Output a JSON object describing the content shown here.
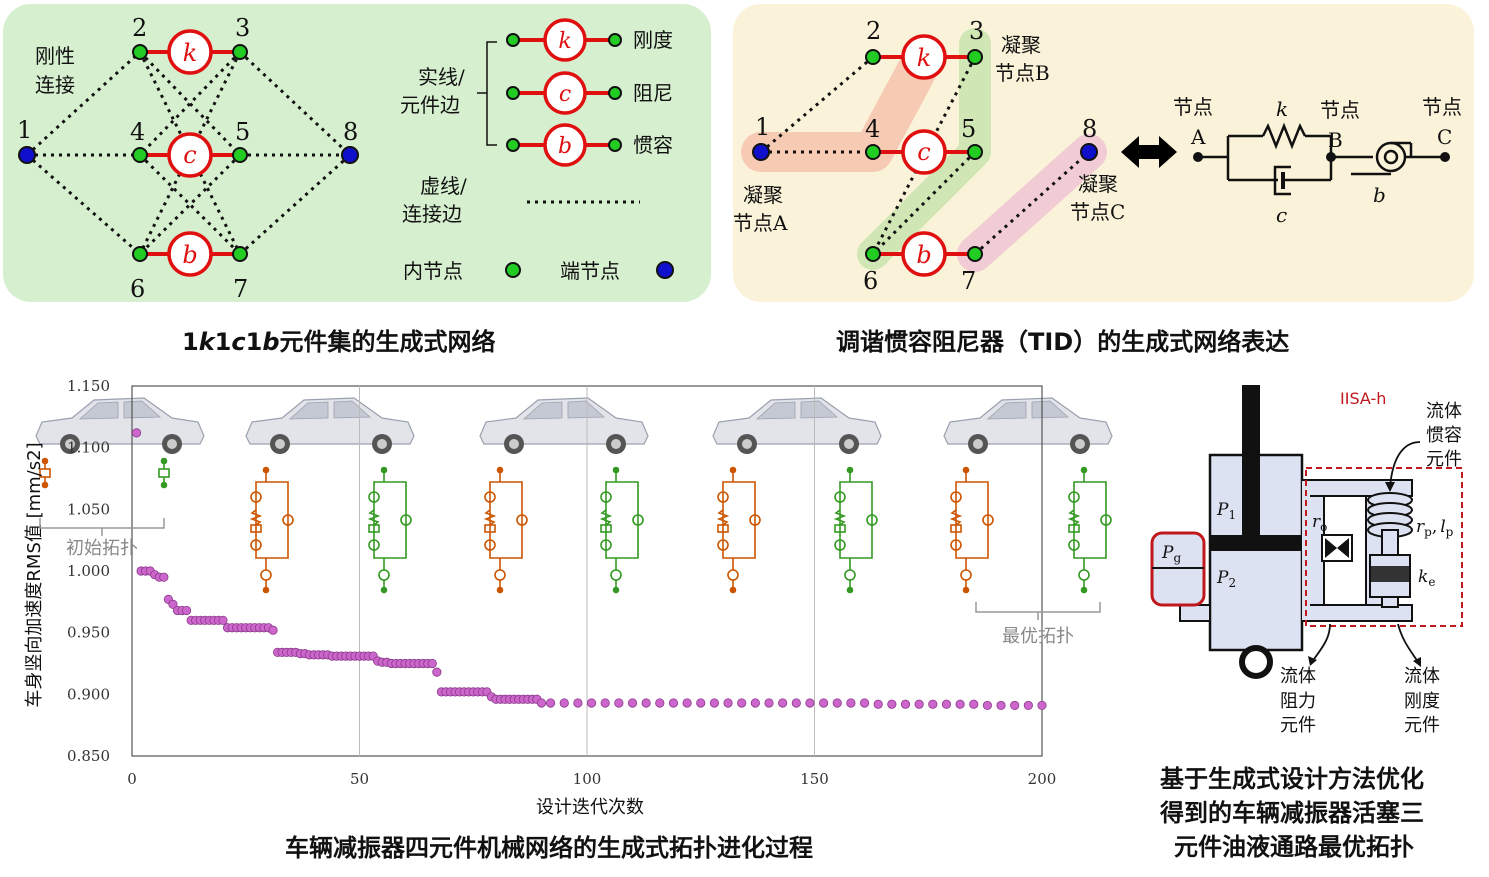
{
  "network_panel": {
    "rigid_label_1": "刚性",
    "rigid_label_2": "连接",
    "node_labels": [
      "1",
      "2",
      "3",
      "4",
      "5",
      "6",
      "7",
      "8"
    ],
    "element_k": "k",
    "element_c": "c",
    "element_b": "b",
    "legend_solid_1": "实线/",
    "legend_solid_2": "元件边",
    "legend_k_label": "刚度",
    "legend_c_label": "阻尼",
    "legend_b_label": "惯容",
    "legend_dash_1": "虚线/",
    "legend_dash_2": "连接边",
    "legend_inner_node": "内节点",
    "legend_terminal_node": "端节点",
    "caption_prefix": "1",
    "caption_k": "k",
    "caption_1a": "1",
    "caption_c": "c",
    "caption_1b": "1",
    "caption_b": "b",
    "caption_suffix": "元件集的生成式网络"
  },
  "tid_panel": {
    "node_labels": [
      "1",
      "2",
      "3",
      "4",
      "5",
      "6",
      "7",
      "8"
    ],
    "cluster_a_1": "凝聚",
    "cluster_a_2": "节点A",
    "cluster_b_1": "凝聚",
    "cluster_b_2": "节点B",
    "cluster_c_1": "凝聚",
    "cluster_c_2": "节点C",
    "node_word": "节点",
    "node_a": "A",
    "node_b": "B",
    "node_c": "C",
    "sym_k": "k",
    "sym_c": "c",
    "sym_b": "b",
    "caption": "调谐惯容阻尼器（TID）的生成式网络表达"
  },
  "evolution_panel": {
    "initial_label": "初始拓扑",
    "optimal_label": "最优拓扑",
    "caption": "车辆减振器四元件机械网络的生成式拓扑进化过程"
  },
  "chart_data": {
    "type": "scatter",
    "xlabel": "设计迭代次数",
    "ylabel": "车身竖向加速度RMS值 [mm/s2]",
    "xlim": [
      0,
      200
    ],
    "ylim": [
      0.85,
      1.15
    ],
    "xticks": [
      "0",
      "50",
      "100",
      "150",
      "200"
    ],
    "yticks": [
      "1.150",
      "1.100",
      "1.050",
      "1.000",
      "0.950",
      "0.900",
      "0.850"
    ],
    "series": [
      {
        "color": "#cc66cc",
        "points": [
          [
            1,
            1.112
          ],
          [
            2,
            1.0
          ],
          [
            3,
            1.0
          ],
          [
            4,
            1.0
          ],
          [
            5,
            0.997
          ],
          [
            6,
            0.995
          ],
          [
            7,
            0.995
          ],
          [
            8,
            0.977
          ],
          [
            9,
            0.973
          ],
          [
            10,
            0.968
          ],
          [
            11,
            0.968
          ],
          [
            12,
            0.968
          ],
          [
            13,
            0.96
          ],
          [
            14,
            0.96
          ],
          [
            15,
            0.96
          ],
          [
            16,
            0.96
          ],
          [
            17,
            0.96
          ],
          [
            18,
            0.96
          ],
          [
            19,
            0.96
          ],
          [
            20,
            0.96
          ],
          [
            21,
            0.954
          ],
          [
            22,
            0.954
          ],
          [
            23,
            0.954
          ],
          [
            24,
            0.954
          ],
          [
            25,
            0.954
          ],
          [
            26,
            0.954
          ],
          [
            27,
            0.954
          ],
          [
            28,
            0.954
          ],
          [
            29,
            0.954
          ],
          [
            30,
            0.954
          ],
          [
            31,
            0.952
          ],
          [
            32,
            0.934
          ],
          [
            33,
            0.934
          ],
          [
            34,
            0.934
          ],
          [
            35,
            0.934
          ],
          [
            36,
            0.934
          ],
          [
            37,
            0.933
          ],
          [
            38,
            0.933
          ],
          [
            39,
            0.932
          ],
          [
            40,
            0.932
          ],
          [
            41,
            0.932
          ],
          [
            42,
            0.932
          ],
          [
            43,
            0.932
          ],
          [
            44,
            0.931
          ],
          [
            45,
            0.931
          ],
          [
            46,
            0.931
          ],
          [
            47,
            0.931
          ],
          [
            48,
            0.931
          ],
          [
            49,
            0.931
          ],
          [
            50,
            0.931
          ],
          [
            51,
            0.931
          ],
          [
            52,
            0.931
          ],
          [
            53,
            0.931
          ],
          [
            54,
            0.927
          ],
          [
            55,
            0.926
          ],
          [
            56,
            0.926
          ],
          [
            57,
            0.925
          ],
          [
            58,
            0.925
          ],
          [
            59,
            0.925
          ],
          [
            60,
            0.925
          ],
          [
            61,
            0.925
          ],
          [
            62,
            0.925
          ],
          [
            63,
            0.925
          ],
          [
            64,
            0.925
          ],
          [
            65,
            0.925
          ],
          [
            66,
            0.925
          ],
          [
            67,
            0.918
          ],
          [
            68,
            0.902
          ],
          [
            69,
            0.902
          ],
          [
            70,
            0.902
          ],
          [
            71,
            0.902
          ],
          [
            72,
            0.902
          ],
          [
            73,
            0.902
          ],
          [
            74,
            0.902
          ],
          [
            75,
            0.902
          ],
          [
            76,
            0.902
          ],
          [
            77,
            0.902
          ],
          [
            78,
            0.902
          ],
          [
            79,
            0.898
          ],
          [
            80,
            0.896
          ],
          [
            81,
            0.896
          ],
          [
            82,
            0.896
          ],
          [
            83,
            0.896
          ],
          [
            84,
            0.896
          ],
          [
            85,
            0.896
          ],
          [
            86,
            0.896
          ],
          [
            87,
            0.896
          ],
          [
            88,
            0.896
          ],
          [
            89,
            0.896
          ],
          [
            90,
            0.893
          ],
          [
            92,
            0.893
          ],
          [
            95,
            0.893
          ],
          [
            98,
            0.893
          ],
          [
            101,
            0.893
          ],
          [
            104,
            0.893
          ],
          [
            107,
            0.893
          ],
          [
            110,
            0.893
          ],
          [
            113,
            0.893
          ],
          [
            116,
            0.893
          ],
          [
            119,
            0.893
          ],
          [
            122,
            0.893
          ],
          [
            125,
            0.893
          ],
          [
            128,
            0.893
          ],
          [
            131,
            0.893
          ],
          [
            134,
            0.893
          ],
          [
            137,
            0.893
          ],
          [
            140,
            0.893
          ],
          [
            143,
            0.893
          ],
          [
            146,
            0.893
          ],
          [
            149,
            0.893
          ],
          [
            152,
            0.893
          ],
          [
            155,
            0.893
          ],
          [
            158,
            0.893
          ],
          [
            161,
            0.893
          ],
          [
            164,
            0.892
          ],
          [
            167,
            0.892
          ],
          [
            170,
            0.892
          ],
          [
            173,
            0.892
          ],
          [
            176,
            0.892
          ],
          [
            179,
            0.892
          ],
          [
            182,
            0.892
          ],
          [
            185,
            0.892
          ],
          [
            188,
            0.891
          ],
          [
            191,
            0.891
          ],
          [
            194,
            0.891
          ],
          [
            197,
            0.891
          ],
          [
            200,
            0.891
          ]
        ]
      }
    ]
  },
  "damper_panel": {
    "iisa_label": "IISA-h",
    "fluid_inertance_1": "流体",
    "fluid_inertance_2": "惯容",
    "fluid_inertance_3": "元件",
    "fluid_resist_1": "流体",
    "fluid_resist_2": "阻力",
    "fluid_resist_3": "元件",
    "fluid_stiff_1": "流体",
    "fluid_stiff_2": "刚度",
    "fluid_stiff_3": "元件",
    "p1_main": "P",
    "p1_sub": "1",
    "p2_main": "P",
    "p2_sub": "2",
    "pg_main": "P",
    "pg_sub": "g",
    "ro_main": "r",
    "ro_sub": "o",
    "rp_main": "r",
    "rp_sub": "p",
    "lp_main": "l",
    "lp_sub": "p",
    "ke_main": "k",
    "ke_sub": "e",
    "comma": ",",
    "caption_1": "基于生成式设计方法优化",
    "caption_2": "得到的车辆减振器活塞三",
    "caption_3": "元件油液通路最优拓扑"
  },
  "colors": {
    "element_red": "#e01010",
    "inner_node_green": "#22cc22",
    "terminal_node_blue": "#1010cc",
    "panel_green": "#d6efcf",
    "panel_yellow": "#fbf3d9",
    "orange_topology": "#cc5500",
    "green_topology": "#339922",
    "scatter_purple": "#cc66cc"
  }
}
